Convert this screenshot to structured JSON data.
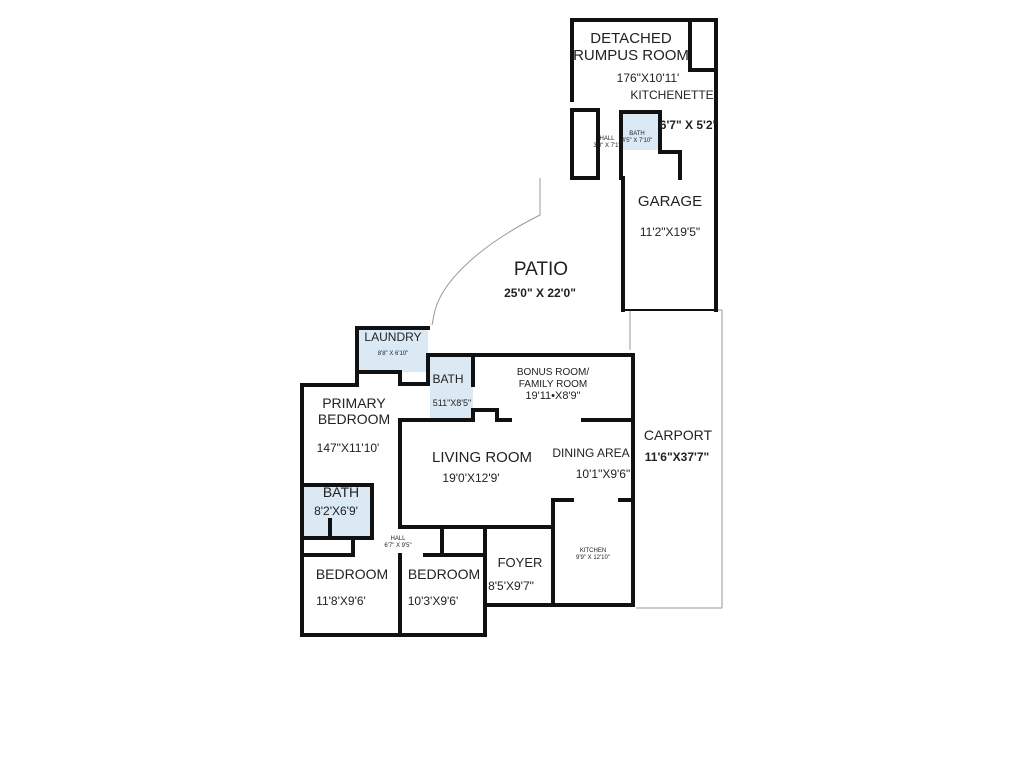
{
  "rooms": {
    "rumpus": {
      "name_line1": "DETACHED",
      "name_line2": "RUMPUS ROOM",
      "size": "176\"X10'11'"
    },
    "kitchenette": {
      "name": "KITCHENETTE",
      "size": "6'7\" X 5'2\""
    },
    "hall_upper": {
      "name": "HALL",
      "size": "3'0\" X 7'1\""
    },
    "bath_upper": {
      "name": "BATH",
      "size": "4'5\" X 7'10\""
    },
    "garage": {
      "name": "GARAGE",
      "size": "11'2\"X19'5\""
    },
    "patio": {
      "name": "PATIO",
      "size": "25'0\" X 22'0\""
    },
    "laundry": {
      "name": "LAUNDRY",
      "size": "8'8\" X 6'10\""
    },
    "bath_main": {
      "name": "BATH",
      "size": "511\"X8'5\""
    },
    "bonus": {
      "name_line1": "BONUS ROOM/",
      "name_line2": "FAMILY ROOM",
      "size": "19'11•X8'9\""
    },
    "carport": {
      "name": "CARPORT",
      "size": "11'6\"X37'7\""
    },
    "primary_bedroom": {
      "name_line1": "PRIMARY",
      "name_line2": "BEDROOM",
      "size": "147\"X11'10'"
    },
    "living": {
      "name": "LIVING ROOM",
      "size": "19'0'X12'9'"
    },
    "dining": {
      "name": "DINING AREA",
      "size": "10'1\"X9'6\""
    },
    "bath_primary": {
      "name": "BATH",
      "size": "8'2'X6'9'"
    },
    "hall": {
      "name": "HALL",
      "size": "6'7\" X 9'5\""
    },
    "kitchen": {
      "name": "KITCHEN",
      "size": "9'9\" X 12'10\""
    },
    "bedroom1": {
      "name": "BEDROOM",
      "size": "11'8'X9'6'"
    },
    "bedroom2": {
      "name": "BEDROOM",
      "size": "10'3'X9'6'"
    },
    "foyer": {
      "name": "FOYER",
      "size": "8'5'X9'7\""
    }
  },
  "colors": {
    "wall": "#111111",
    "wet_room": "#dbe9f4",
    "thin": "#9a9a9a"
  }
}
